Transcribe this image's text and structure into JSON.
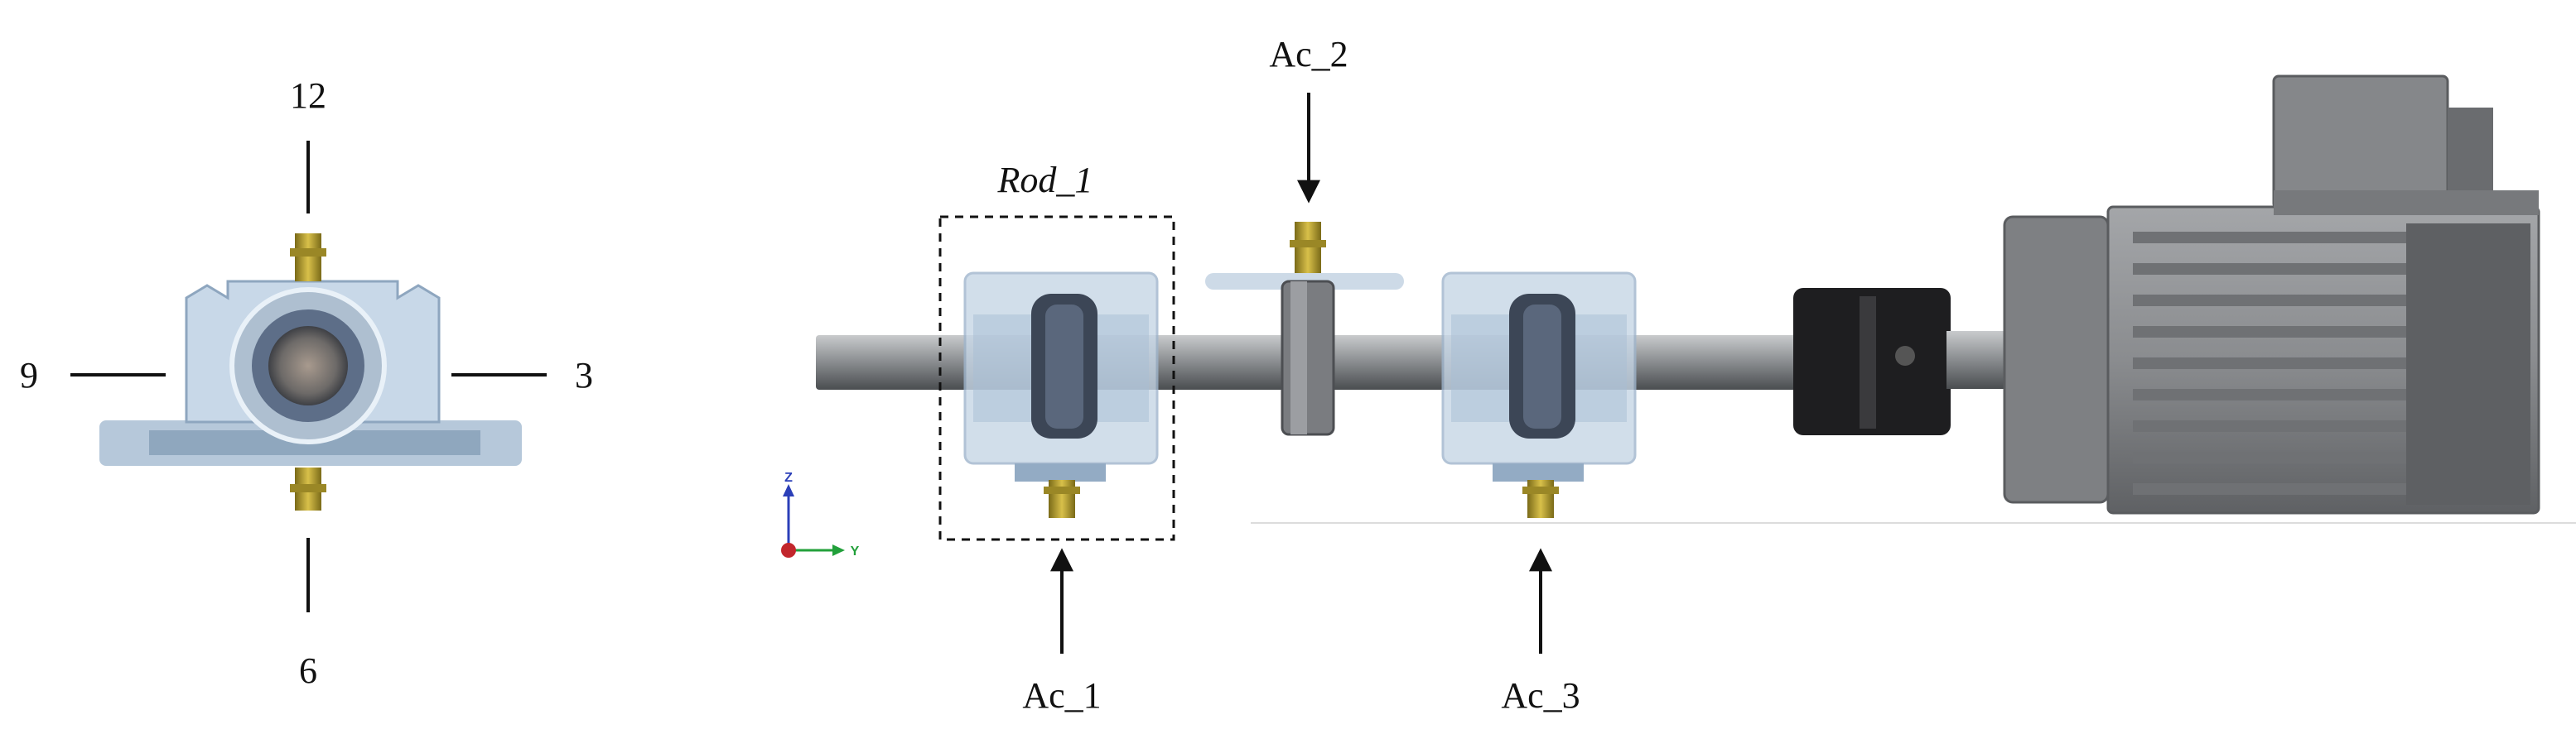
{
  "left_view": {
    "clock_labels": {
      "top": "12",
      "right": "3",
      "bottom": "6",
      "left": "9"
    }
  },
  "main_view": {
    "group_label": "Rod_1",
    "sensor_labels": {
      "ac1": "Ac_1",
      "ac2": "Ac_2",
      "ac3": "Ac_3"
    },
    "triad": {
      "z": "Z",
      "y": "Y"
    }
  },
  "colors": {
    "bearing_blue": "#b9cfe3",
    "shaft_grey": "#8a8d90",
    "sensor_gold": "#b8a030",
    "motor_grey": "#8d8f92",
    "coupling_black": "#1e1e20"
  }
}
